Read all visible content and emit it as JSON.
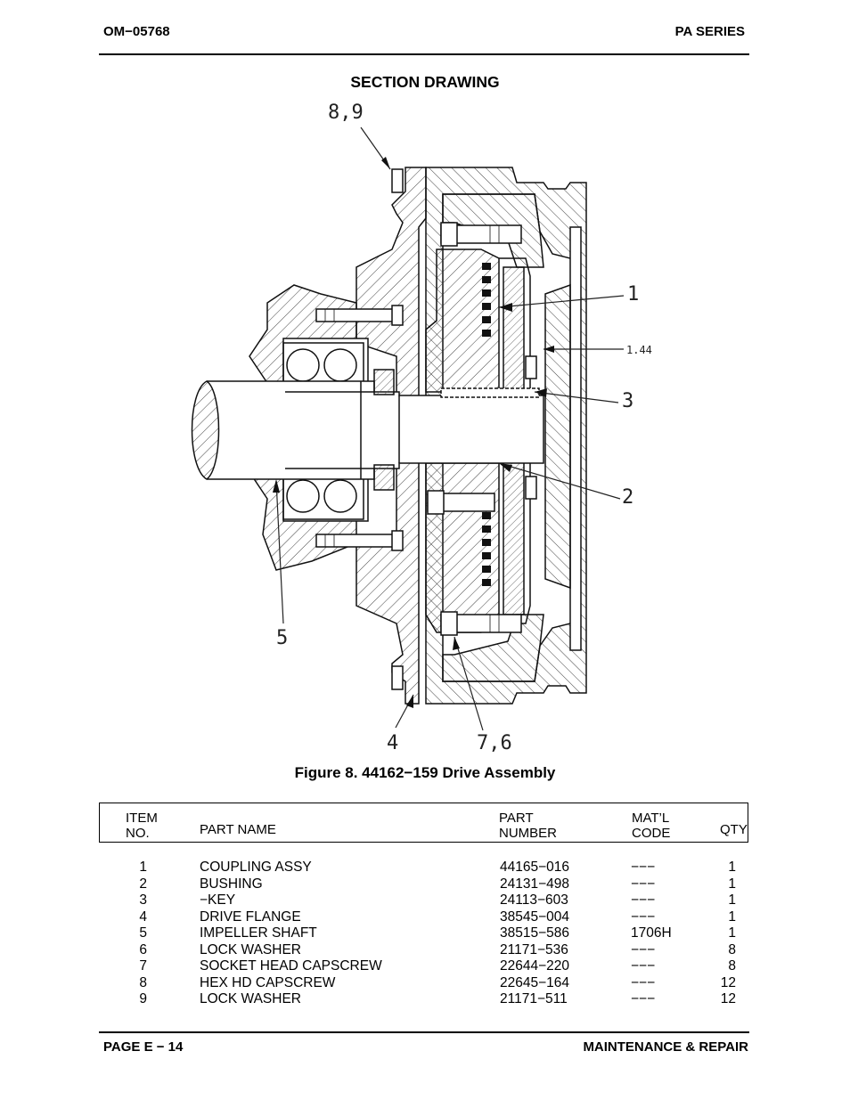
{
  "header": {
    "doc_number": "OM−05768",
    "series": "PA SERIES"
  },
  "section_title": "SECTION DRAWING",
  "drawing": {
    "callouts": {
      "c89": "8,9",
      "c1": "1",
      "c144": "1.44",
      "c3": "3",
      "c2": "2",
      "c5": "5",
      "c4": "4",
      "c76": "7,6"
    }
  },
  "figure_caption": "Figure 8. 44162−159 Drive Assembly",
  "table": {
    "headers": {
      "item_l1": "ITEM",
      "item_l2": "NO.",
      "part_name": "PART NAME",
      "part_l1": "PART",
      "part_l2": "NUMBER",
      "mat_l1": "MAT’L",
      "mat_l2": "CODE",
      "qty": "QTY"
    },
    "rows": [
      {
        "item": "1",
        "name": "COUPLING ASSY",
        "part": "44165−016",
        "mat": "−−−",
        "qty": "1"
      },
      {
        "item": "2",
        "name": "BUSHING",
        "part": "24131−498",
        "mat": "−−−",
        "qty": "1"
      },
      {
        "item": "3",
        "name": "−KEY",
        "part": "24113−603",
        "mat": "−−−",
        "qty": "1"
      },
      {
        "item": "4",
        "name": "DRIVE FLANGE",
        "part": "38545−004",
        "mat": "−−−",
        "qty": "1"
      },
      {
        "item": "5",
        "name": "IMPELLER SHAFT",
        "part": "38515−586",
        "mat": "1706H",
        "qty": "1"
      },
      {
        "item": "6",
        "name": "LOCK WASHER",
        "part": "21171−536",
        "mat": "−−−",
        "qty": "8"
      },
      {
        "item": "7",
        "name": "SOCKET HEAD CAPSCREW",
        "part": "22644−220",
        "mat": "−−−",
        "qty": "8"
      },
      {
        "item": "8",
        "name": "HEX HD CAPSCREW",
        "part": "22645−164",
        "mat": "−−−",
        "qty": "12"
      },
      {
        "item": "9",
        "name": "LOCK WASHER",
        "part": "21171−511",
        "mat": "−−−",
        "qty": "12"
      }
    ]
  },
  "footer": {
    "page": "PAGE E − 14",
    "section": "MAINTENANCE & REPAIR"
  }
}
